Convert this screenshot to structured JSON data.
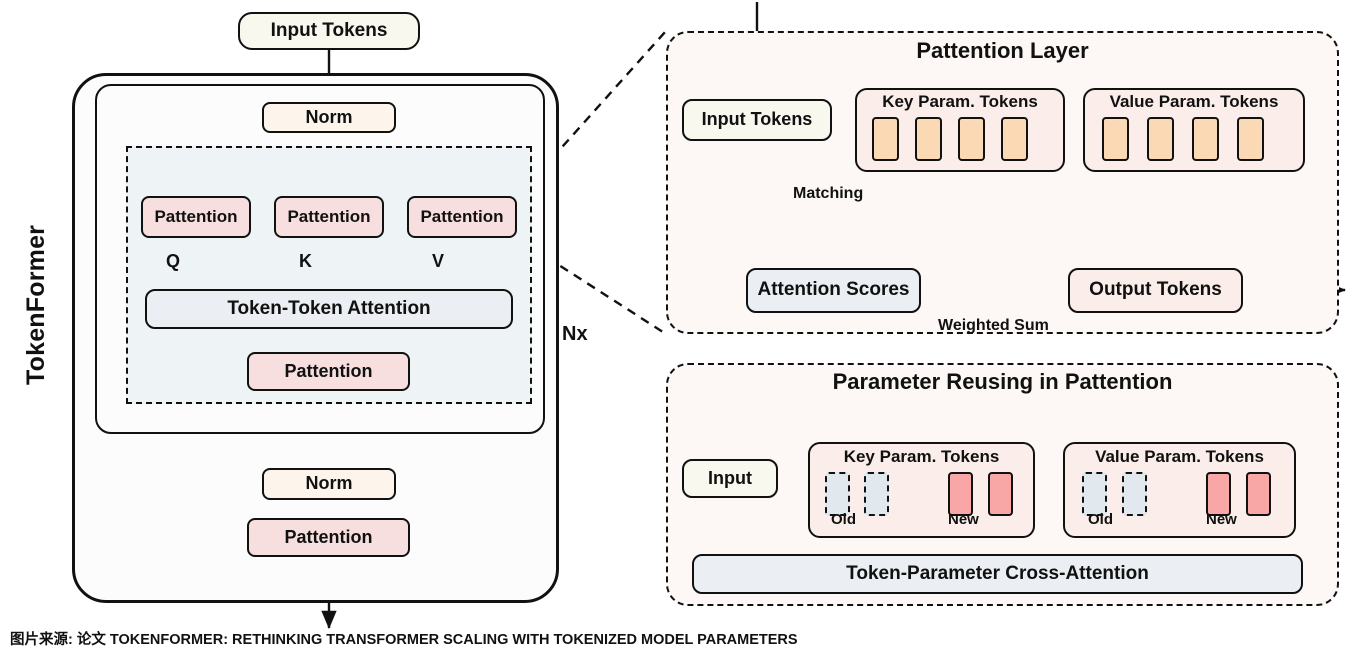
{
  "figure": {
    "caption": "图片来源: 论文 TOKENFORMER: RETHINKING TRANSFORMER SCALING WITH TOKENIZED MODEL PARAMETERS",
    "colors": {
      "pattention_fill": "#f7dfdf",
      "norm_fill": "#fdf5eb",
      "attention_fill": "#ebeef3",
      "panel_fill": "#fdf8f5",
      "key_token_fill": "#fbd9b4",
      "new_token_fill": "#f9a6a6",
      "old_token_fill": "#e2e9ee",
      "flame_color": "#e8261c",
      "stroke": "#111111"
    }
  },
  "left_panel": {
    "side_label": "TokenFormer",
    "repeat_label": "Nx",
    "input_tokens": "Input Tokens",
    "norm_1": "Norm",
    "norm_2": "Norm",
    "pattention_q": "Pattention",
    "pattention_k": "Pattention",
    "pattention_v": "Pattention",
    "edge_q": "Q",
    "edge_k": "K",
    "edge_v": "V",
    "token_token_attention": "Token-Token Attention",
    "pattention_out": "Pattention",
    "pattention_ffn": "Pattention",
    "add_1": "+",
    "add_2": "+"
  },
  "pattention_layer": {
    "title": "Pattention Layer",
    "input_tokens": "Input Tokens",
    "key_group_title": "Key Param. Tokens",
    "value_group_title": "Value Param. Tokens",
    "key_tokens_count": 4,
    "value_tokens_count": 4,
    "matching_label": "Matching",
    "matching_op": "×",
    "attention_scores": "Attention Scores",
    "weighted_sum_label": "Weighted Sum",
    "weighted_sum_op": "×",
    "output_tokens": "Output Tokens"
  },
  "parameter_reusing": {
    "title": "Parameter Reusing in Pattention",
    "input": "Input",
    "key_group_title": "Key Param. Tokens",
    "value_group_title": "Value Param. Tokens",
    "old_label": "Old",
    "new_label": "New",
    "old_count": 2,
    "new_count": 2,
    "cross_attention": "Token-Parameter Cross-Attention"
  }
}
